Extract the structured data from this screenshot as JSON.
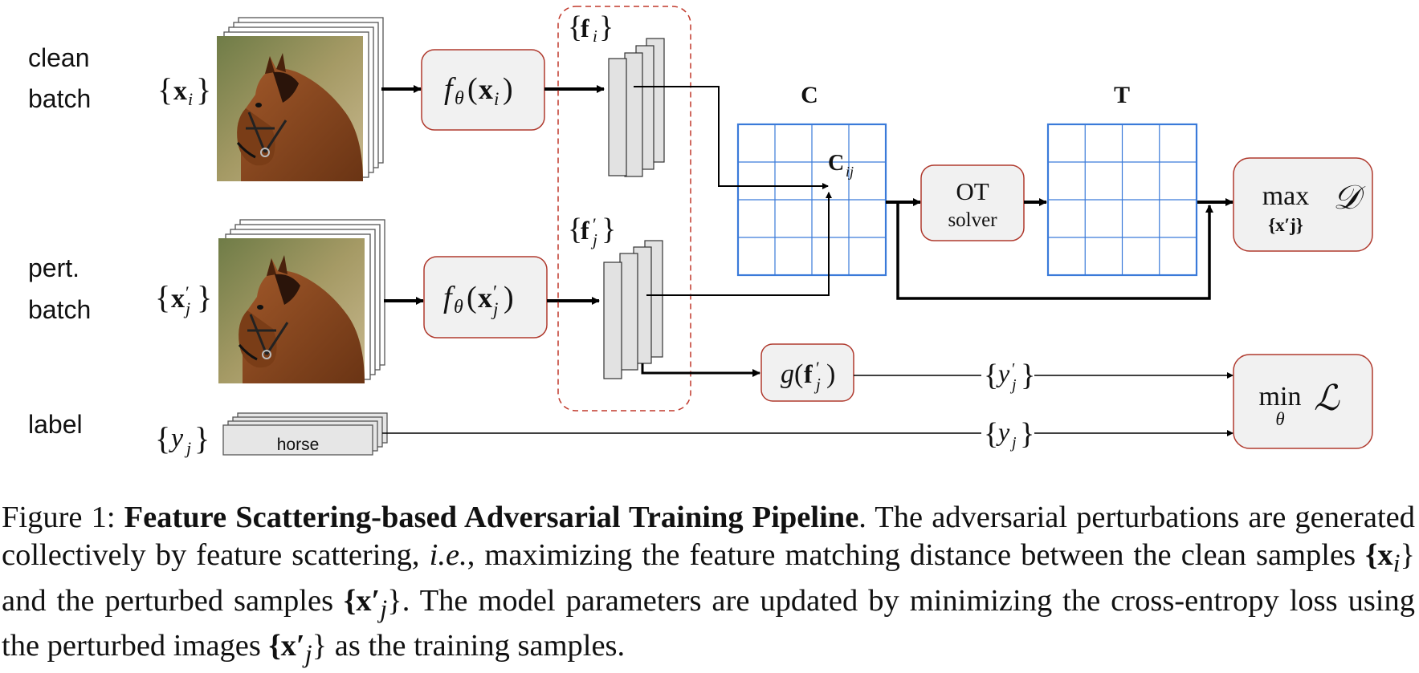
{
  "rows": {
    "clean_label_line1": "clean",
    "clean_label_line2": "batch",
    "pert_label_line1": "pert.",
    "pert_label_line2": "batch",
    "label_label": "label"
  },
  "sets": {
    "clean_x_open": "{",
    "clean_x_var": "x",
    "clean_x_sub": "i",
    "clean_x_close": "}",
    "pert_x_open": "{",
    "pert_x_var": "x",
    "pert_x_prime": "′",
    "pert_x_sub": "j",
    "pert_x_close": "}",
    "label_y_open": "{",
    "label_y_var": "y",
    "label_y_sub": "j",
    "label_y_close": "}"
  },
  "blocks": {
    "f_clean": {
      "f": "f",
      "theta": "θ",
      "open": "(",
      "x": "x",
      "sub": "i",
      "close": ")"
    },
    "f_pert": {
      "f": "f",
      "theta": "θ",
      "open": "(",
      "x": "x",
      "prime": "′",
      "sub": "j",
      "close": ")"
    },
    "ot_line1": "OT",
    "ot_line2": "solver",
    "g": {
      "g": "g",
      "open": "(",
      "f": "f",
      "prime": "′",
      "sub": "j",
      "close": ")"
    },
    "max_word": "max",
    "max_sym": "𝒟",
    "max_under": "{x′j}",
    "min_word": "min",
    "min_sym": "ℒ",
    "min_under": "θ"
  },
  "features": {
    "fi_open": "{",
    "fi_var": "f",
    "fi_sub": "i",
    "fi_close": "}",
    "fj_open": "{",
    "fj_var": "f",
    "fj_prime": "′",
    "fj_sub": "j",
    "fj_close": "}"
  },
  "matrices": {
    "C_label": "C",
    "Cij_var": "C",
    "Cij_sub": "ij",
    "T_label": "T"
  },
  "edges": {
    "yprime_open": "{",
    "yprime_var": "y",
    "yprime_prime": "′",
    "yprime_sub": "j",
    "yprime_close": "}",
    "y_open": "{",
    "y_var": "y",
    "y_sub": "j",
    "y_close": "}"
  },
  "label_card_text": "horse",
  "caption": {
    "fig_label": "Figure 1: ",
    "title": "Feature Scattering-based Adversarial Training Pipeline",
    "after_title": ". The adversarial perturbations are generated collectively by feature scattering, ",
    "ie": "i.e.",
    "part2": ", maximizing the feature matching distance between the clean samples ",
    "xi_math": "{x",
    "xi_sub": "i",
    "xi_close": "}",
    "part3": " and the perturbed samples ",
    "xj_math": "{x′",
    "xj_sub": "j",
    "xj_close": "}",
    "part4": ". The model parameters are updated by minimizing the cross-entropy loss using the perturbed images ",
    "xj2_math": "{x′",
    "xj2_sub": "j",
    "xj2_close": "}",
    "part5": " as the training samples."
  },
  "colors": {
    "block_border": "#b03a2e",
    "block_fill": "#f1f1f1",
    "grid_blue": "#3a7ad9",
    "dashed_red": "#c0392b",
    "feature_fill": "#e2e2e2",
    "horse_brown": "#8a4a1f",
    "horse_bg": "#5c6b3a"
  }
}
